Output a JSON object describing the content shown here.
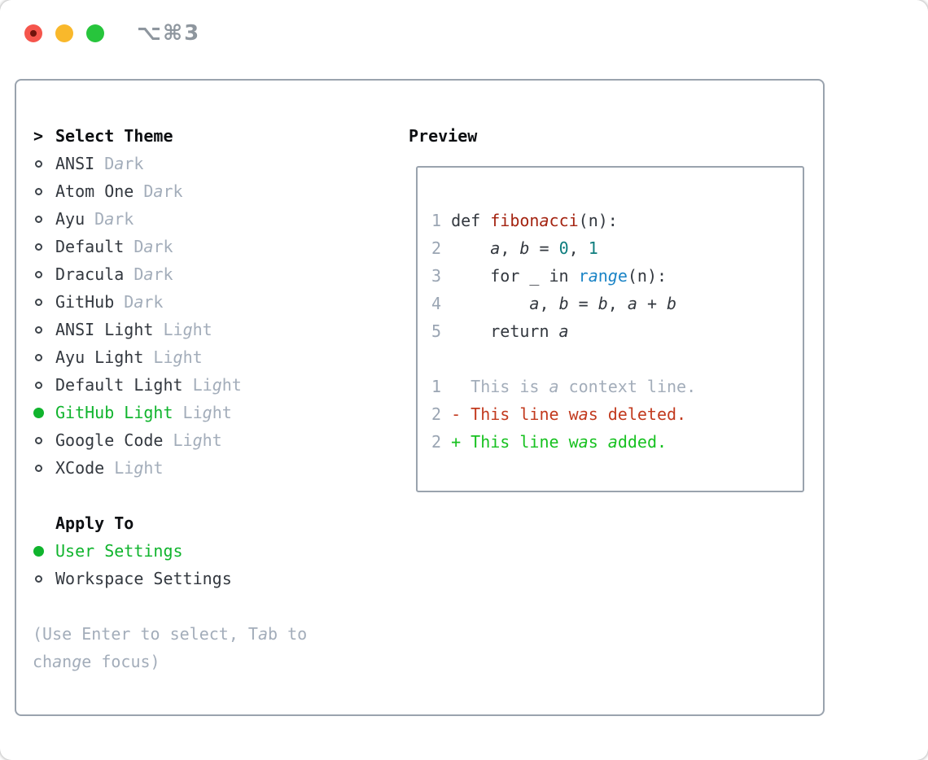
{
  "window": {
    "title": "⌥⌘3"
  },
  "theme_panel": {
    "prompt": ">",
    "header": "Select Theme",
    "items": [
      {
        "name": "ANSI",
        "variant": "Dark",
        "selected": false
      },
      {
        "name": "Atom One",
        "variant": "Dark",
        "selected": false
      },
      {
        "name": "Ayu",
        "variant": "Dark",
        "selected": false
      },
      {
        "name": "Default",
        "variant": "Dark",
        "selected": false
      },
      {
        "name": "Dracula",
        "variant": "Dark",
        "selected": false
      },
      {
        "name": "GitHub",
        "variant": "Dark",
        "selected": false
      },
      {
        "name": "ANSI Light",
        "variant": "Light",
        "selected": false
      },
      {
        "name": "Ayu Light",
        "variant": "Light",
        "selected": false
      },
      {
        "name": "Default Light",
        "variant": "Light",
        "selected": false
      },
      {
        "name": "GitHub Light",
        "variant": "Light",
        "selected": true
      },
      {
        "name": "Google Code",
        "variant": "Light",
        "selected": false
      },
      {
        "name": "XCode",
        "variant": "Light",
        "selected": false
      }
    ],
    "apply_to": {
      "header": "Apply To",
      "options": [
        {
          "label": "User Settings",
          "selected": true
        },
        {
          "label": "Workspace Settings",
          "selected": false
        }
      ]
    },
    "hint_lines": [
      "(Use Enter to select, Tab to",
      "change focus)"
    ]
  },
  "preview": {
    "header": "Preview",
    "code_lines": [
      [
        {
          "c": "ln",
          "t": "1 "
        },
        {
          "c": "t",
          "t": "def "
        },
        {
          "c": "fn",
          "t": "fibonacci"
        },
        {
          "c": "t",
          "t": "(n):"
        }
      ],
      [
        {
          "c": "ln",
          "t": "2 "
        },
        {
          "c": "t",
          "t": "    "
        },
        {
          "c": "var",
          "t": "a"
        },
        {
          "c": "t",
          "t": ", "
        },
        {
          "c": "var",
          "t": "b"
        },
        {
          "c": "t",
          "t": " = "
        },
        {
          "c": "num",
          "t": "0"
        },
        {
          "c": "t",
          "t": ", "
        },
        {
          "c": "num",
          "t": "1"
        }
      ],
      [
        {
          "c": "ln",
          "t": "3 "
        },
        {
          "c": "t",
          "t": "    for _ in "
        },
        {
          "c": "bi",
          "t": "range"
        },
        {
          "c": "t",
          "t": "(n):"
        }
      ],
      [
        {
          "c": "ln",
          "t": "4 "
        },
        {
          "c": "t",
          "t": "        "
        },
        {
          "c": "var",
          "t": "a"
        },
        {
          "c": "t",
          "t": ", "
        },
        {
          "c": "var",
          "t": "b"
        },
        {
          "c": "t",
          "t": " = "
        },
        {
          "c": "var",
          "t": "b"
        },
        {
          "c": "t",
          "t": ", "
        },
        {
          "c": "var",
          "t": "a"
        },
        {
          "c": "t",
          "t": " + "
        },
        {
          "c": "var",
          "t": "b"
        }
      ],
      [
        {
          "c": "ln",
          "t": "5 "
        },
        {
          "c": "t",
          "t": "    return "
        },
        {
          "c": "var",
          "t": "a"
        }
      ],
      [],
      [
        {
          "c": "ln",
          "t": "1"
        },
        {
          "c": "ctx",
          "t": "   This is a context line."
        }
      ],
      [
        {
          "c": "ln",
          "t": "2"
        },
        {
          "c": "t",
          "t": " "
        },
        {
          "c": "del",
          "t": "- This line was deleted."
        }
      ],
      [
        {
          "c": "ln",
          "t": "2"
        },
        {
          "c": "t",
          "t": " "
        },
        {
          "c": "add",
          "t": "+ This line was added."
        }
      ]
    ]
  },
  "colors": {
    "accent-green": "#10b42d",
    "function-red": "#a42411",
    "number-teal": "#0e7d7e",
    "builtin-blue": "#1b84c6",
    "diff-deleted-red": "#c23a1e",
    "diff-added-green": "#17c120",
    "border-gray": "#9aa3ae",
    "traffic-red": "#f5554c",
    "traffic-yellow": "#f9b82b",
    "traffic-green": "#27c53c",
    "title-gray": "#8e969e"
  }
}
